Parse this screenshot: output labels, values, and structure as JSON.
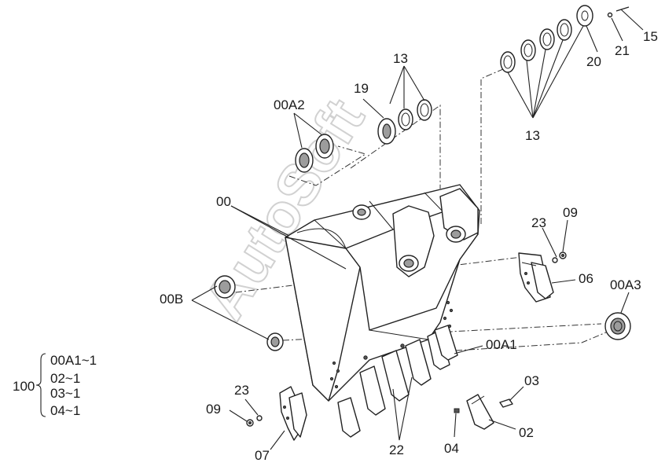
{
  "watermark": "AutoSoft",
  "labels": {
    "l15": "15",
    "l21": "21",
    "l20": "20",
    "l13a": "13",
    "l13b": "13",
    "l19": "19",
    "l00A2": "00A2",
    "l00": "00",
    "l23a": "23",
    "l09a": "09",
    "l06": "06",
    "l00A3": "00A3",
    "l00B": "00B",
    "l00A1": "00A1",
    "l03": "03",
    "l23b": "23",
    "l09b": "09",
    "l02": "02",
    "l04": "04",
    "l22": "22",
    "l07": "07"
  },
  "kit": {
    "number": "100",
    "items": [
      "00A1~1",
      "02~1",
      "03~1",
      "04~1"
    ]
  }
}
